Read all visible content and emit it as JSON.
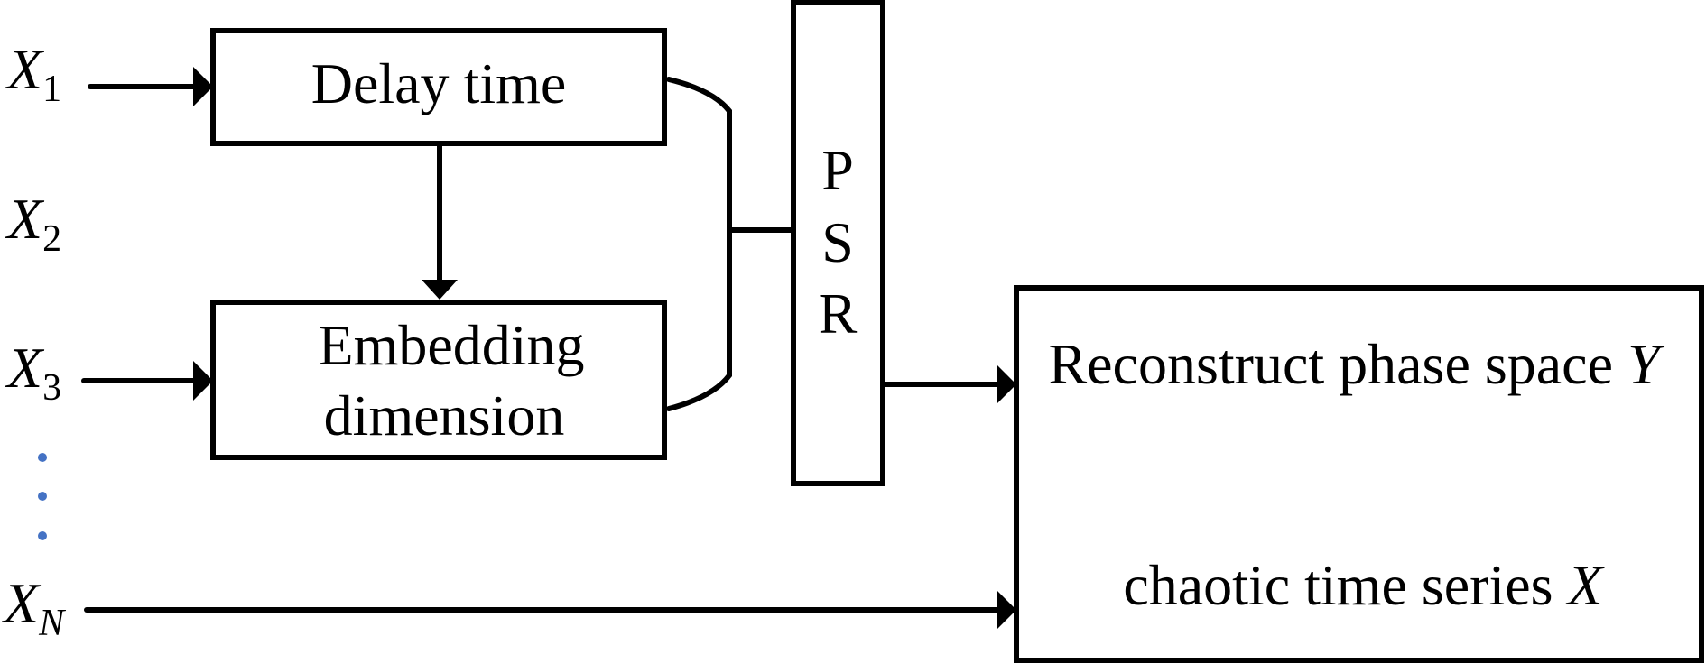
{
  "diagram": {
    "inputs": [
      {
        "var": "X",
        "sub": "1"
      },
      {
        "var": "X",
        "sub": "2"
      },
      {
        "var": "X",
        "sub": "3"
      },
      {
        "var": "X",
        "sub": "N"
      }
    ],
    "ellipsis_color": "#4472C4",
    "delay_box": {
      "label": "Delay time"
    },
    "embedding_box": {
      "line1": "Embedding",
      "line2": "dimension"
    },
    "psr_box": {
      "letters": [
        "P",
        "S",
        "R"
      ]
    },
    "output_box": {
      "line1": "Reconstruct phase space ",
      "line1_var": "Y",
      "line2": "chaotic time series ",
      "line2_var": "X"
    }
  }
}
